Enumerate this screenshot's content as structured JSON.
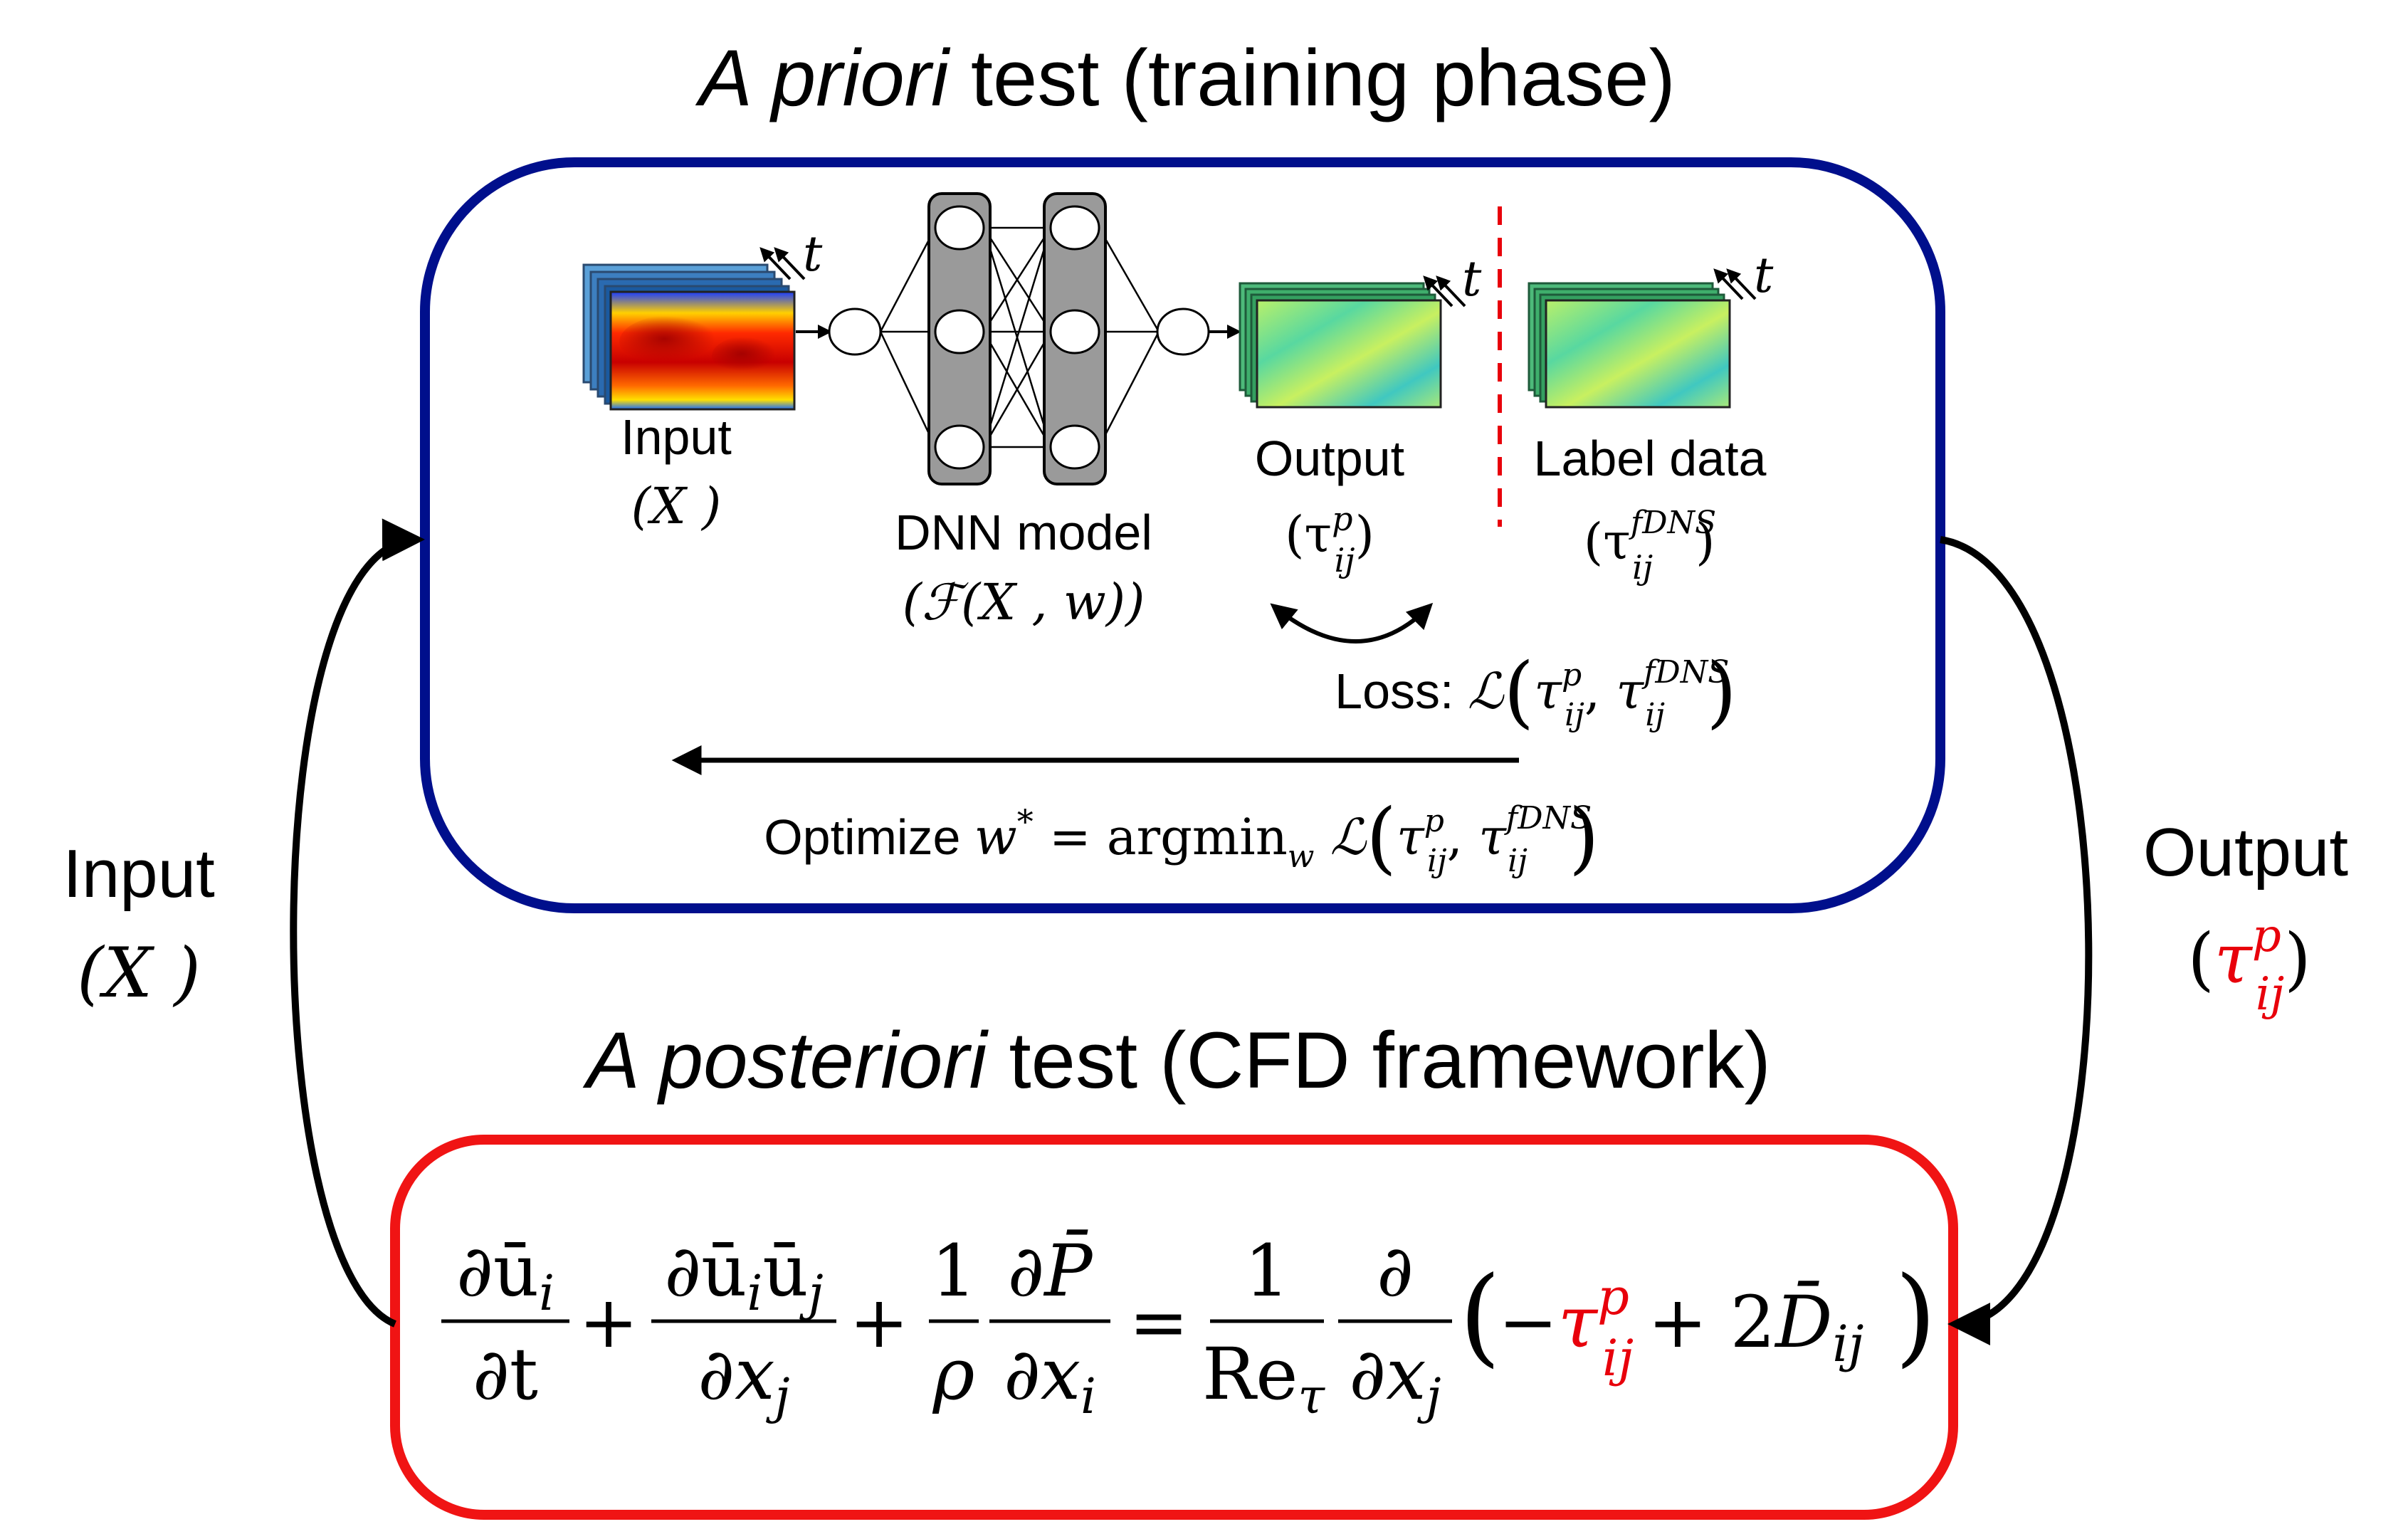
{
  "colors": {
    "priori_box": "#000F8C",
    "posteriori_box": "#F01414",
    "highlight": "#E8000B",
    "label_separator": "#E8000B",
    "arrow": "#000000"
  },
  "priori": {
    "title_italic": "A priori",
    "title_rest": " test (training phase)",
    "input_label": "Input",
    "input_symbol": "(X )",
    "model_label": "DNN model",
    "model_symbol": "(ℱ(X , w))",
    "output_label": "Output",
    "output_symbol_open": "(τ",
    "output_sup": "p",
    "output_sub": "ij",
    "output_symbol_close": ")",
    "label_label": "Label data",
    "label_symbol_open": "(τ",
    "label_sup": "fDNS",
    "label_sub": "ij",
    "label_symbol_close": ")",
    "time_symbol": "t",
    "loss_prefix": "Loss: ",
    "loss_L": "ℒ",
    "loss_args_open": "(",
    "loss_tau1": "τ",
    "loss_sup1": "p",
    "loss_sub1": "ij",
    "loss_comma": ", ",
    "loss_tau2": "τ",
    "loss_sup2": "fDNS",
    "loss_sub2": "ij",
    "loss_args_close": ")",
    "optimize_prefix": "Optimize ",
    "optimize_w": "w",
    "optimize_star": "*",
    "optimize_eq": " = argmin",
    "optimize_sub_w": "w",
    "optimize_L": " ℒ"
  },
  "posteriori": {
    "title_italic": "A posteriori",
    "title_rest": " test (CFD framework)",
    "eq": {
      "t1_num": "∂ū",
      "t1_num_sub": "i",
      "t1_den": "∂t",
      "plus1": "+",
      "t2_num": "∂ū",
      "t2_num_sub1": "i",
      "t2_num_mid": "ū",
      "t2_num_sub2": "j",
      "t2_den": "∂x",
      "t2_den_sub": "j",
      "plus2": "+",
      "t3_num": "1",
      "t3_den": "ρ",
      "t4_num": "∂P̄",
      "t4_den": "∂x",
      "t4_den_sub": "i",
      "equals": "=",
      "t5_num": "1",
      "t5_den": "Re",
      "t5_den_sub": "τ",
      "t6_num": "∂",
      "t6_den": "∂x",
      "t6_den_sub": "j",
      "paren_open": "(",
      "minus": "−",
      "tau": "τ",
      "tau_sup": "p",
      "tau_sub": "ij",
      "plus3": "+ 2",
      "D": "D̄",
      "D_sub": "ij",
      "paren_close": ")"
    }
  },
  "left_loop": {
    "label": "Input",
    "symbol": "(X )"
  },
  "right_loop": {
    "label": "Output",
    "symbol_open": "(",
    "tau": "τ",
    "sup": "p",
    "sub": "ij",
    "symbol_close": ")"
  }
}
